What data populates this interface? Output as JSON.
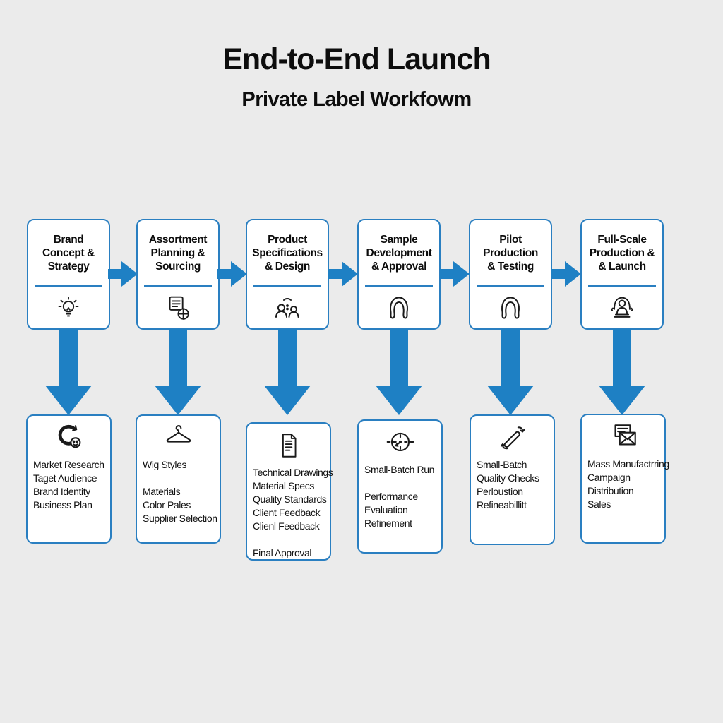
{
  "header": {
    "title": "End-to-End Launch",
    "subtitle": "Private Label Workfowm"
  },
  "colors": {
    "background": "#ebebeb",
    "box_border": "#2a7fc1",
    "arrow_blue": "#1e80c4",
    "text": "#0d0d0d"
  },
  "flow": {
    "stages": [
      {
        "title_lines": [
          "Brand",
          "Concept &",
          "Strategy"
        ],
        "icon": "lightbulb-idea-icon",
        "details": {
          "icon": "refresh-user-icon",
          "lines": [
            "Market Research",
            "Taget Audience",
            "Brand Identity",
            "Business Plan"
          ]
        }
      },
      {
        "title_lines": [
          "Assortment",
          "Planning &",
          "Sourcing"
        ],
        "icon": "document-globe-icon",
        "details": {
          "icon": "hanger-icon",
          "lines": [
            "Wig Styles",
            "",
            "Materials",
            "Color Pales",
            "Supplier Selection"
          ]
        }
      },
      {
        "title_lines": [
          "Product",
          "Specifications",
          "& Design"
        ],
        "icon": "team-icon",
        "details": {
          "icon": "document-icon",
          "lines": [
            "Technical Drawings",
            "Material Specs",
            "Quality Standards",
            "Client Feedback",
            "Clienl Feedback",
            "",
            "Final Approval"
          ]
        }
      },
      {
        "title_lines": [
          "Sample",
          "Development",
          "& Approval"
        ],
        "icon": "wig-icon",
        "details": {
          "icon": "timer-icon",
          "lines": [
            "Small-Batch Run",
            "",
            "Performance",
            "Evaluation",
            "Refinement"
          ]
        }
      },
      {
        "title_lines": [
          "Pilot",
          "Production",
          "& Testing"
        ],
        "icon": "wig-icon",
        "details": {
          "icon": "tools-rotate-icon",
          "lines": [
            "Small-Batch",
            "Quality Checks",
            "Perloustion",
            "Refineabillitt"
          ]
        }
      },
      {
        "title_lines": [
          "Full-Scale",
          "Production &",
          "& Launch"
        ],
        "icon": "mannequin-stand-icon",
        "details": {
          "icon": "mail-document-icon",
          "lines": [
            "Mass Manufactrring",
            "Campaign",
            "Distribution",
            "Sales"
          ]
        }
      }
    ]
  }
}
